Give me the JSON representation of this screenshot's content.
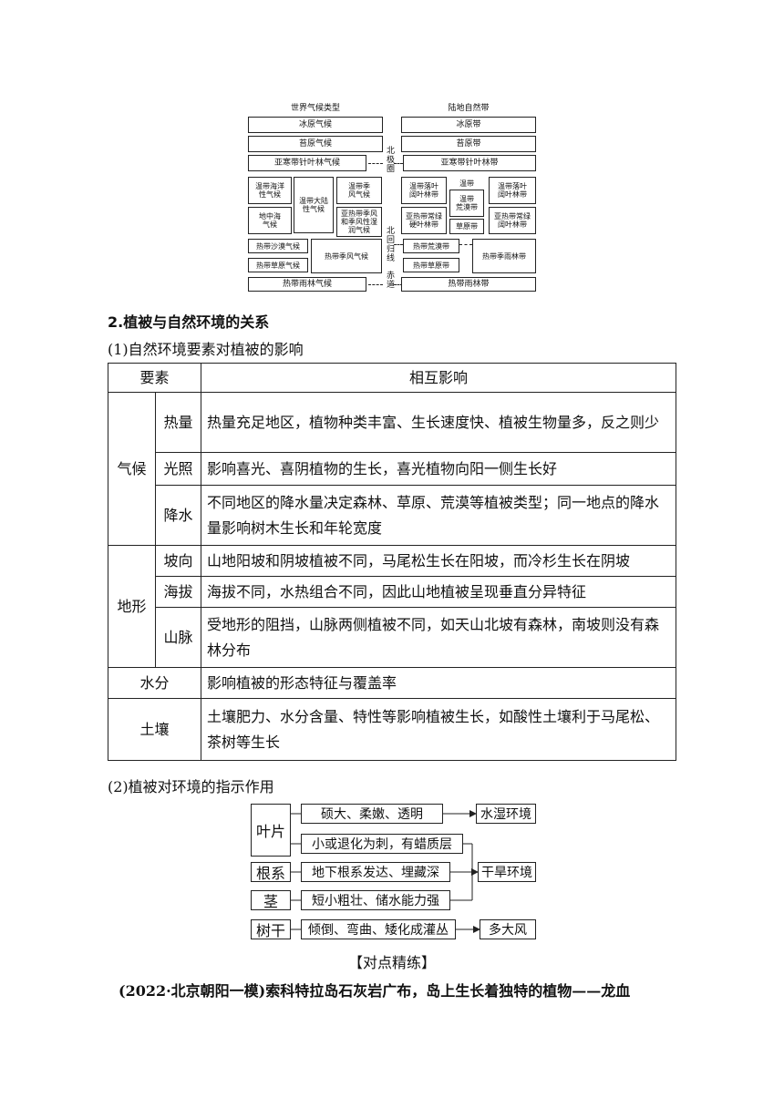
{
  "climate_diagram": {
    "left_title": "世界气候类型",
    "right_title": "陆地自然带",
    "left_boxes": {
      "ice": "冰原气候",
      "tundra": "苔原气候",
      "subarctic": "亚寒带针叶林气候",
      "temp_marine": "温带海洋\n性气候",
      "temp_continental": "温带大陆\n性气候",
      "temp_monsoon": "温带季\n风气候",
      "mediterranean": "地中海\n气候",
      "subtropical_monsoon": "亚热带季风\n和季风性湿\n润气候",
      "tropical_desert": "热带沙漠气候",
      "tropical_monsoon": "热带季风气候",
      "savanna": "热带草原气候",
      "rainforest": "热带雨林气候"
    },
    "right_boxes": {
      "ice": "冰原带",
      "tundra": "苔原带",
      "taiga": "亚寒带针叶林带",
      "temp_deciduous_l": "温带落叶\n阔叶林带",
      "temp_zone": "温带",
      "temp_desert": "温带\n荒漠带",
      "temp_deciduous_r": "温带落叶\n阔叶林带",
      "sub_evergreen_l": "亚热带常绿\n硬叶林带",
      "steppe": "草原带",
      "sub_evergreen_r": "亚热带常绿\n阔叶林带",
      "trop_desert": "热带荒漠带",
      "trop_monsoon_forest": "热带季雨林带",
      "savanna": "热带草原带",
      "rainforest": "热带雨林带"
    },
    "mid_labels": {
      "arctic": "北\n极\n圈",
      "tropic": "北\n回\n归\n线",
      "equator": "赤\n道"
    }
  },
  "section_title": "2.植被与自然环境的关系",
  "sub1": "(1)自然环境要素对植被的影响",
  "table": {
    "head_factor": "要素",
    "head_effect": "相互影响",
    "climate": "气候",
    "terrain": "地形",
    "heat": "热量",
    "heat_text": "热量充足地区，植物种类丰富、生长速度快、植被生物量多，反之则少",
    "light": "光照",
    "light_text": "影响喜光、喜阴植物的生长，喜光植物向阳一侧生长好",
    "rain": "降水",
    "rain_text": "不同地区的降水量决定森林、草原、荒漠等植被类型；同一地点的降水量影响树木生长和年轮宽度",
    "slope": "坡向",
    "slope_text": "山地阳坡和阴坡植被不同，马尾松生长在阳坡，而冷杉生长在阴坡",
    "altitude": "海拔",
    "altitude_text": "海拔不同，水热组合不同，因此山地植被呈现垂直分异特征",
    "mountain": "山脉",
    "mountain_text": "受地形的阻挡，山脉两侧植被不同，如天山北坡有森林，南坡则没有森林分布",
    "water": "水分",
    "water_text": "影响植被的形态特征与覆盖率",
    "soil": "土壤",
    "soil_text": "土壤肥力、水分含量、特性等影响植被生长，如酸性土壤利于马尾松、茶树等生长"
  },
  "sub2": "(2)植被对环境的指示作用",
  "plant_diagram": {
    "leaf": "叶片",
    "root": "根系",
    "stem": "茎",
    "trunk": "树干",
    "f1": "硕大、柔嫩、透明",
    "f2": "小或退化为刺，有蜡质层",
    "f3": "地下根系发达、埋藏深",
    "f4": "短小粗壮、储水能力强",
    "f5": "倾倒、弯曲、矮化成灌丛",
    "env_wet": "水湿环境",
    "env_dry": "干旱环境",
    "env_wind": "多大风"
  },
  "practice_title": "【对点精练】",
  "footer_text": "(2022·北京朝阳一模)索科特拉岛石灰岩广布，岛上生长着独特的植物——龙血"
}
